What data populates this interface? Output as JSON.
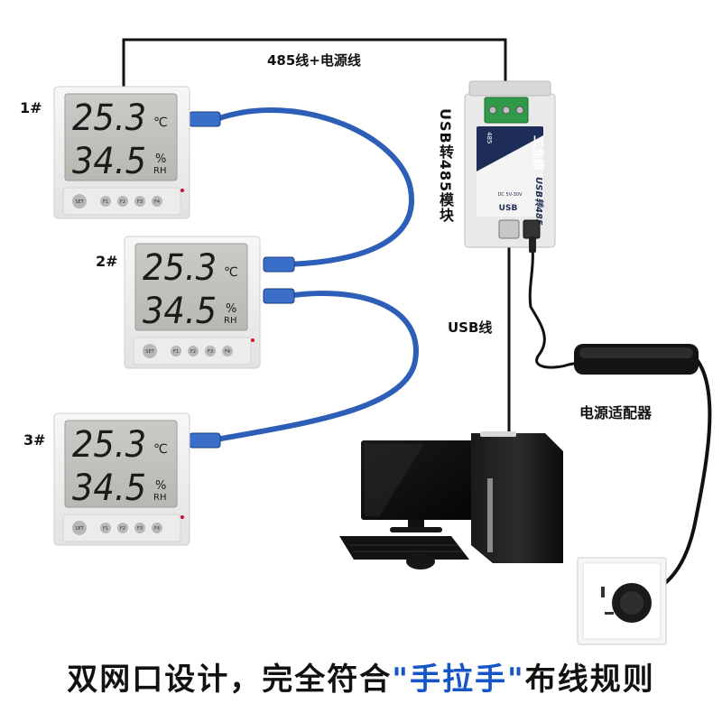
{
  "labels": {
    "bus": "485线+电源线",
    "converter": "USB转485模块",
    "usb_cable": "USB线",
    "adapter": "电源适配器"
  },
  "devices": [
    {
      "id": "1#",
      "temperature": "25.3",
      "temp_unit": "℃",
      "humidity": "34.5",
      "hum_unit": "%",
      "hum_label": "RH",
      "buttons": [
        "SET",
        "F1",
        "F2",
        "F3",
        "F4"
      ]
    },
    {
      "id": "2#",
      "temperature": "25.3",
      "temp_unit": "℃",
      "humidity": "34.5",
      "hum_unit": "%",
      "hum_label": "RH",
      "buttons": [
        "SET",
        "F1",
        "F2",
        "F3",
        "F4"
      ]
    },
    {
      "id": "3#",
      "temperature": "25.3",
      "temp_unit": "℃",
      "humidity": "34.5",
      "hum_unit": "%",
      "hum_label": "RH",
      "buttons": [
        "SET",
        "F1",
        "F2",
        "F3",
        "F4"
      ]
    }
  ],
  "module": {
    "brand": "工业级",
    "title": "USB转485",
    "port_label": "USB",
    "terminal_label": "485",
    "power_label": "DC 5V-30V"
  },
  "caption": {
    "prefix": "双网口设计，完全符合",
    "highlight": "\"手拉手\"",
    "suffix": "布线规则"
  },
  "colors": {
    "cable_blue": "#2d5fb8",
    "highlight": "#1456c8",
    "line_black": "#111111"
  }
}
